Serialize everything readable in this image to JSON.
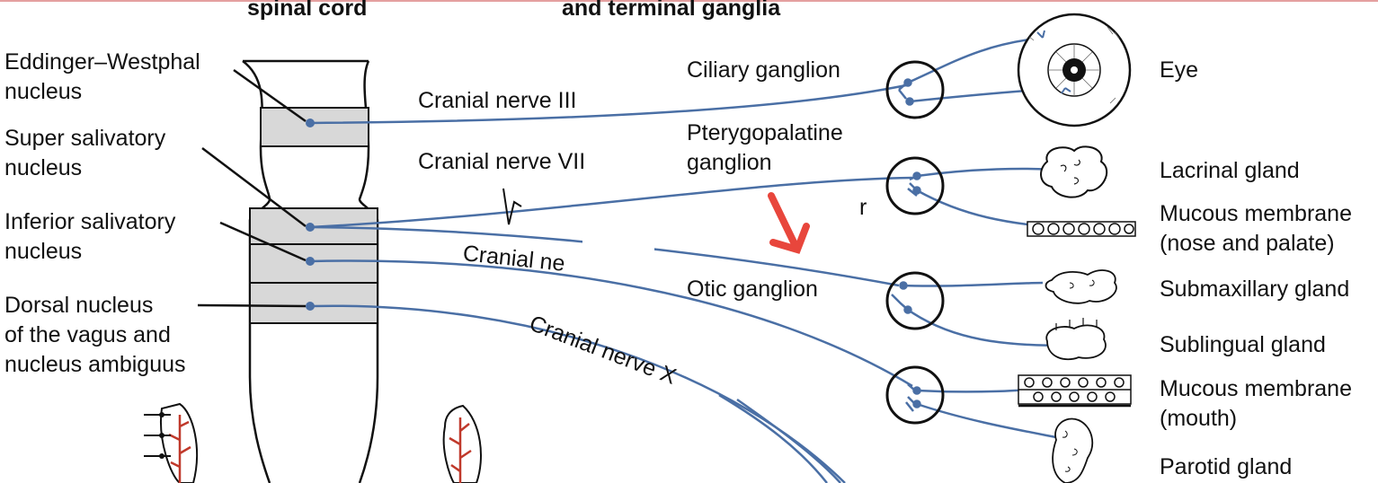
{
  "headers": {
    "left": "spinal cord",
    "right": "and terminal ganglia"
  },
  "nuclei": [
    {
      "line1": "Eddinger–Westphal",
      "line2": "nucleus"
    },
    {
      "line1": "Super salivatory",
      "line2": "nucleus"
    },
    {
      "line1": "Inferior salivatory",
      "line2": "nucleus"
    },
    {
      "line1": "Dorsal nucleus",
      "line2": "of the vagus and",
      "line3": "nucleus ambiguus"
    }
  ],
  "nerves": {
    "n3": "Cranial nerve III",
    "n7": "Cranial nerve VII",
    "n9_partial": "Cranial ne",
    "n10": "Cranial nerve X"
  },
  "ganglia": {
    "ciliary": "Ciliary ganglion",
    "pterygo_line1": "Pterygopalatine",
    "pterygo_line2": "ganglion",
    "otic": "Otic ganglion",
    "fragment_r": "r"
  },
  "targets": {
    "eye": "Eye",
    "lacrimal": "Lacrinal gland",
    "mucous_nose_line1": "Mucous membrane",
    "mucous_nose_line2": "(nose and palate)",
    "submax": "Submaxillary gland",
    "sublingual": "Sublingual gland",
    "mucous_mouth_line1": "Mucous membrane",
    "mucous_mouth_line2": "(mouth)",
    "parotid": "Parotid gland"
  },
  "colors": {
    "nerve": "#4a6fa5",
    "arrow": "#e8463c",
    "vessel": "#c0392b",
    "band": "#d8d8d8",
    "ink": "#111111"
  },
  "icons": {
    "annotation": "red-arrow-icon"
  }
}
